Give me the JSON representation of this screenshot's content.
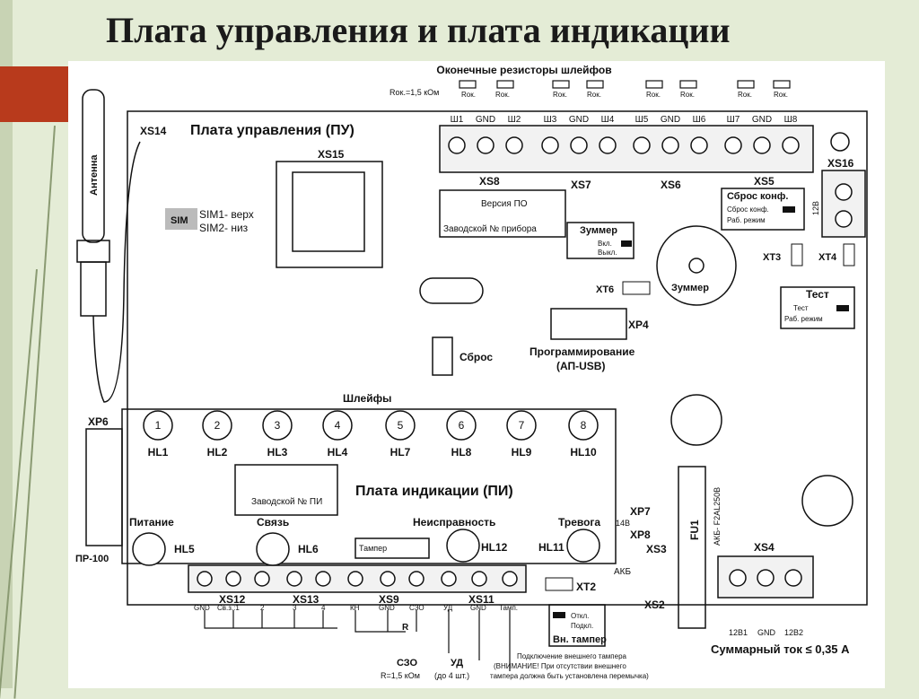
{
  "title": "Плата управления и плата индикации",
  "top": {
    "header": "Оконечные резисторы шлейфов",
    "r_note": "Rок.=1,5 кОм",
    "rok": "Rок.",
    "terminals": [
      "Ш1",
      "GND",
      "Ш2",
      "Ш3",
      "GND",
      "Ш4",
      "Ш5",
      "GND",
      "Ш6",
      "Ш7",
      "GND",
      "Ш8"
    ]
  },
  "pu": {
    "board_label": "Плата управления (ПУ)",
    "xs14": "XS14",
    "antenna": "Антенна",
    "xs15": "XS15",
    "sim": "SIM",
    "sim1": "SIM1- верх",
    "sim2": "SIM2- низ",
    "xs8": "XS8",
    "xs7": "XS7",
    "xs6": "XS6",
    "xs5": "XS5",
    "version": "Версия ПО",
    "serial": "Заводской № прибора",
    "buzzer_box": "Зуммер",
    "on": "Вкл.",
    "off": "Выкл.",
    "xt6": "XT6",
    "buzzer": "Зуммер",
    "reset_conf": "Сброс конф.",
    "work_mode": "Раб. режим",
    "xs16": "XS16",
    "v12": "12В",
    "xt3": "XT3",
    "xt4": "XT4",
    "test_box": "Тест",
    "test": "Тест",
    "xp4": "XP4",
    "prog1": "Программирование",
    "prog2": "(АП-USB)",
    "reset": "Сброс",
    "xp6": "XP6",
    "pr100": "ПР-100"
  },
  "pi": {
    "loops_label": "Шлейфы",
    "loops": [
      "1",
      "2",
      "3",
      "4",
      "5",
      "6",
      "7",
      "8"
    ],
    "hl": [
      "HL1",
      "HL2",
      "HL3",
      "HL4",
      "HL7",
      "HL8",
      "HL9",
      "HL10"
    ],
    "board_label": "Плата индикации (ПИ)",
    "serial_pi": "Заводской № ПИ",
    "power": "Питание",
    "hl5": "HL5",
    "link": "Связь",
    "hl6": "HL6",
    "fault": "Неисправность",
    "hl12": "HL12",
    "alarm": "Тревога",
    "hl11": "HL11",
    "tamper": "Тампер"
  },
  "bottom": {
    "xs12": "XS12",
    "xs13": "XS13",
    "xs9": "XS9",
    "xs11": "XS11",
    "pins": [
      "GND",
      "Св.з.:1",
      "2",
      "3",
      "4",
      "КН",
      "GND",
      "СЗО",
      "УД",
      "GND",
      "Тамп."
    ],
    "xp7": "XP7",
    "v14": "14В",
    "xp8": "XP8",
    "xs3": "XS3",
    "akb": "АКБ",
    "xs2": "XS2",
    "xt2": "XT2",
    "off_t": "Откл.",
    "on_t": "Подкл.",
    "ext_tamper": "Вн. тампер",
    "fu1": "FU1",
    "akb_fuse": "АКБ- F2AL250В",
    "xs4": "XS4",
    "p12b1": "12В1",
    "gnd": "GND",
    "p12b2": "12В2",
    "total": "Суммарный ток ≤ 0,35 А",
    "r": "R",
    "szo": "СЗО",
    "szo_r": "R=1,5 кОм",
    "ud": "УД",
    "ud_note": "(до 4 шт.)",
    "note1": "Подключение внешнего тампера",
    "note2": "(ВНИМАНИЕ! При отсутствии внешнего",
    "note3": "тампера должна быть установлена перемычка)"
  },
  "colors": {
    "accent": "#b83a1c",
    "background": "#e4ecd6",
    "line": "#8a9a72"
  }
}
